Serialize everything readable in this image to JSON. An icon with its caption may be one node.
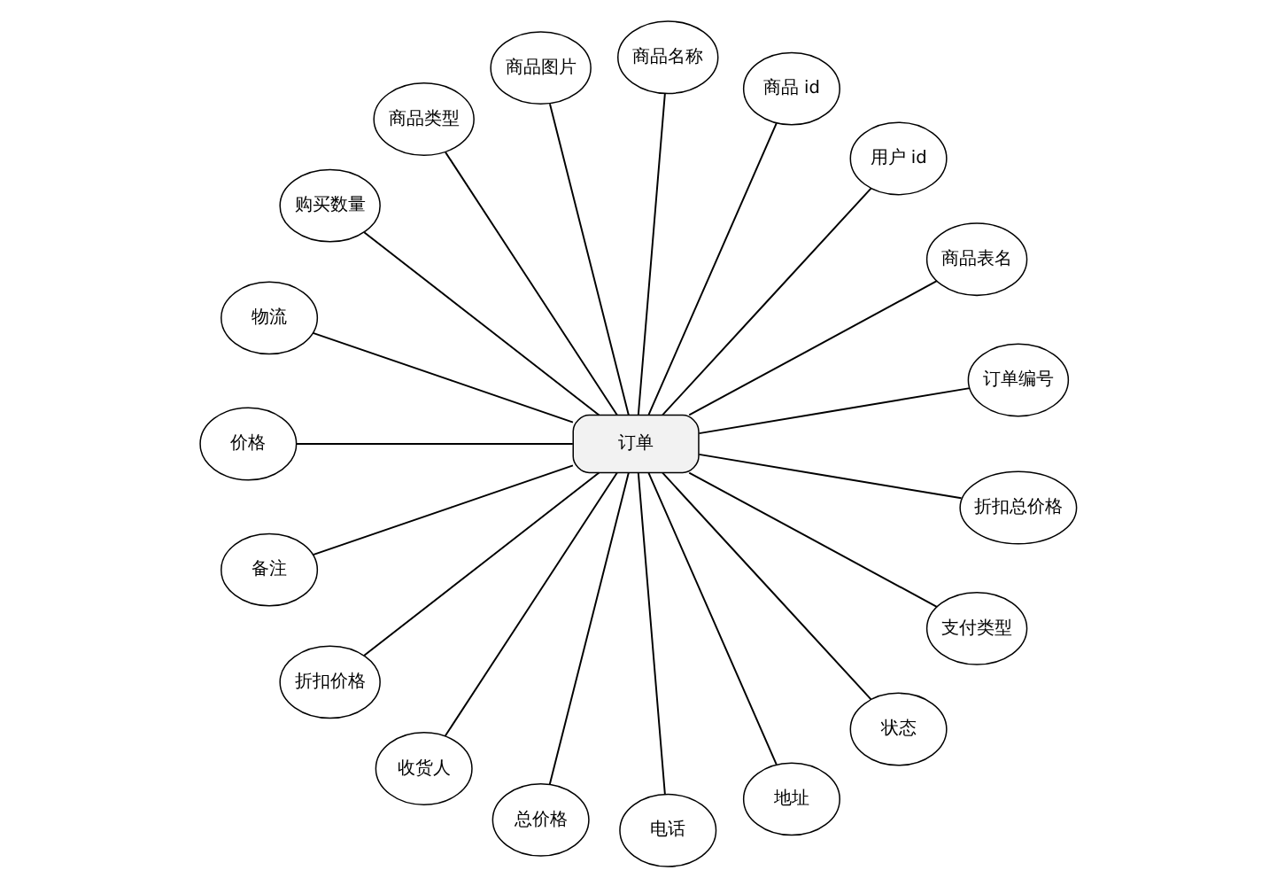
{
  "diagram": {
    "nodes": [
      {
        "text": [
          "订单"
        ]
      },
      {
        "text": [
          "订单编号"
        ]
      },
      {
        "text": [
          "商品表名"
        ]
      },
      {
        "text": [
          "用户 id"
        ]
      },
      {
        "text": [
          "商品 id"
        ]
      },
      {
        "text": [
          "商品名称"
        ]
      },
      {
        "text": [
          "商品图片"
        ]
      },
      {
        "text": [
          "商品类型"
        ]
      },
      {
        "text": [
          "购买数量"
        ]
      },
      {
        "text": [
          "物流"
        ]
      },
      {
        "text": [
          "价格"
        ]
      },
      {
        "text": [
          "备注"
        ]
      },
      {
        "text": [
          "折扣价格"
        ]
      },
      {
        "text": [
          "收货人"
        ]
      },
      {
        "text": [
          "总价格"
        ]
      },
      {
        "text": [
          "电话"
        ]
      },
      {
        "text": [
          "地址"
        ]
      },
      {
        "text": [
          "状态"
        ]
      },
      {
        "text": [
          "支付类型"
        ]
      },
      {
        "text": [
          "折扣总价格"
        ]
      }
    ],
    "edges": [
      {
        "from": 0,
        "to": 1,
        "arrow": "none"
      },
      {
        "from": 0,
        "to": 2,
        "arrow": "none"
      },
      {
        "from": 0,
        "to": 3,
        "arrow": "none"
      },
      {
        "from": 0,
        "to": 4,
        "arrow": "none"
      },
      {
        "from": 0,
        "to": 5,
        "arrow": "none"
      },
      {
        "from": 0,
        "to": 6,
        "arrow": "none"
      },
      {
        "from": 0,
        "to": 8,
        "arrow": "none"
      },
      {
        "from": 0,
        "to": 10,
        "arrow": "none"
      },
      {
        "from": 0,
        "to": 12,
        "arrow": "none"
      },
      {
        "from": 0,
        "to": 14,
        "arrow": "none"
      },
      {
        "from": 0,
        "to": 19,
        "arrow": "none"
      },
      {
        "from": 0,
        "to": 18,
        "arrow": "none"
      },
      {
        "from": 0,
        "to": 17,
        "arrow": "none"
      },
      {
        "from": 0,
        "to": 16,
        "arrow": "none"
      },
      {
        "from": 0,
        "to": 15,
        "arrow": "none"
      },
      {
        "from": 0,
        "to": 13,
        "arrow": "none"
      },
      {
        "from": 0,
        "to": 11,
        "arrow": "none"
      },
      {
        "from": 0,
        "to": 9,
        "arrow": "none"
      },
      {
        "from": 0,
        "to": 7,
        "arrow": "none"
      }
    ]
  }
}
